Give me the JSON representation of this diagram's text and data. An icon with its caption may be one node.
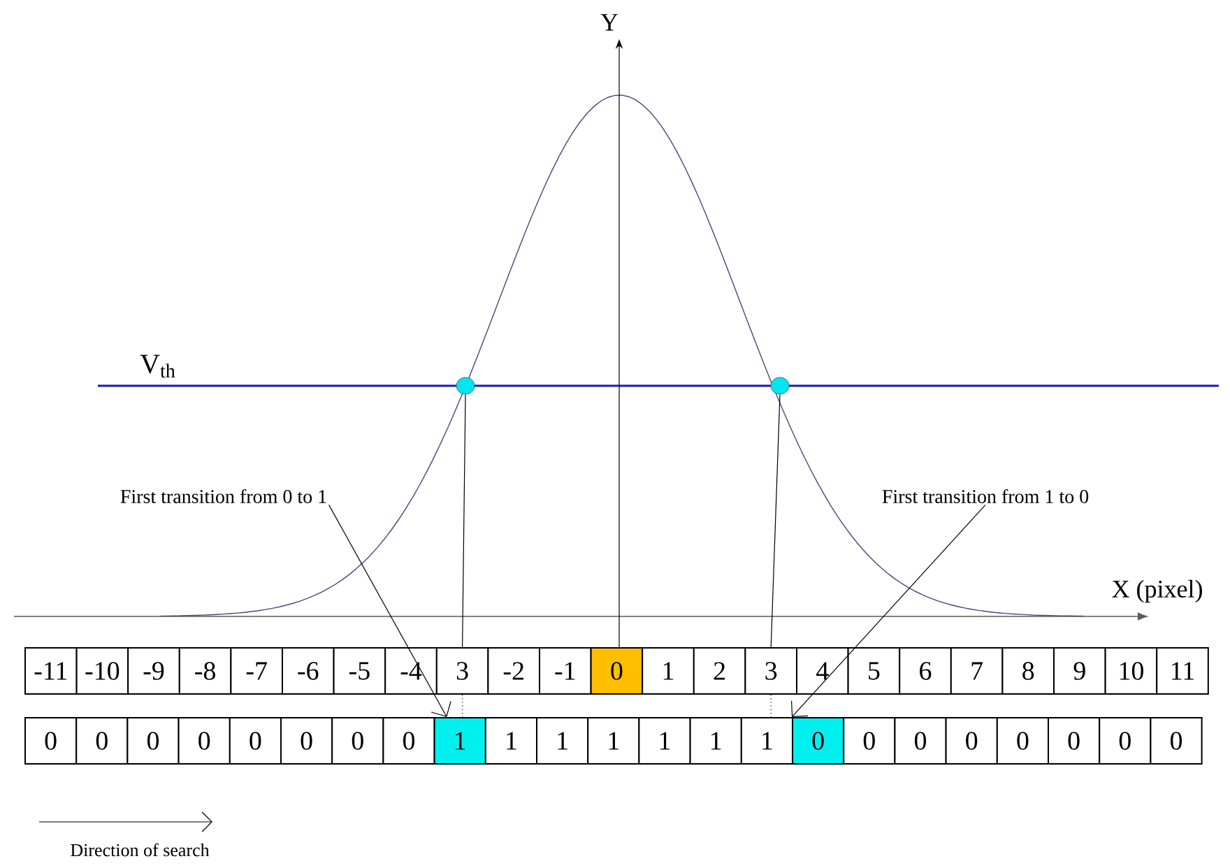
{
  "diagram": {
    "nodes": [
      {
        "text": [
          "-11"
        ]
      },
      {
        "text": [
          "-10"
        ]
      },
      {
        "text": [
          "-9"
        ]
      },
      {
        "text": [
          "-8"
        ]
      },
      {
        "text": [
          "-7"
        ]
      },
      {
        "text": [
          "-6"
        ]
      },
      {
        "text": [
          "-5"
        ]
      },
      {
        "text": [
          "-4"
        ]
      },
      {
        "text": [
          "3"
        ]
      },
      {
        "text": [
          "-2"
        ]
      },
      {
        "text": [
          "-1"
        ]
      },
      {
        "text": [
          "0"
        ]
      },
      {
        "text": [
          "1"
        ]
      },
      {
        "text": [
          "2"
        ]
      },
      {
        "text": [
          "3"
        ]
      },
      {
        "text": [
          "4"
        ]
      },
      {
        "text": [
          "5"
        ]
      },
      {
        "text": [
          "6"
        ]
      },
      {
        "text": [
          "7"
        ]
      },
      {
        "text": [
          "8"
        ]
      },
      {
        "text": [
          "9"
        ]
      },
      {
        "text": [
          "10"
        ]
      },
      {
        "text": [
          "11"
        ]
      },
      {
        "text": [
          "0"
        ]
      },
      {
        "text": [
          "0"
        ]
      },
      {
        "text": [
          "0"
        ]
      },
      {
        "text": [
          "0"
        ]
      },
      {
        "text": [
          "0"
        ]
      },
      {
        "text": [
          "0"
        ]
      },
      {
        "text": [
          "0"
        ]
      },
      {
        "text": [
          "0"
        ]
      },
      {
        "text": [
          "1"
        ]
      },
      {
        "text": [
          "1"
        ]
      },
      {
        "text": [
          "1"
        ]
      },
      {
        "text": [
          "1"
        ]
      },
      {
        "text": [
          "1"
        ]
      },
      {
        "text": [
          "1"
        ]
      },
      {
        "text": [
          "1"
        ]
      },
      {
        "text": [
          "0"
        ]
      },
      {
        "text": [
          "0"
        ]
      },
      {
        "text": [
          "0"
        ]
      },
      {
        "text": [
          "0"
        ]
      },
      {
        "text": [
          "0"
        ]
      },
      {
        "text": [
          "0"
        ]
      },
      {
        "text": [
          "0"
        ]
      },
      {
        "text": [
          "0"
        ]
      },
      {
        "text": [
          "First transition from 0 to 1"
        ]
      },
      {
        "text": [
          "First transition from 1 to 0"
        ]
      },
      {
        "text": [],
        "shape": "circle"
      },
      {
        "text": [],
        "shape": "circle"
      }
    ],
    "edges": [
      {
        "from": 46,
        "to": 31,
        "arrow": "to"
      },
      {
        "from": 47,
        "to": 38,
        "arrow": "to"
      },
      {
        "from": 48,
        "to": 8,
        "arrow": "none"
      },
      {
        "from": 49,
        "to": 14,
        "arrow": "none"
      },
      {
        "from": 8,
        "to": 31,
        "arrow": "none",
        "style": "dashed"
      },
      {
        "from": 14,
        "to": 37,
        "arrow": "none",
        "style": "dashed"
      }
    ],
    "labels": [
      "Y",
      "V$_{th}$",
      "X (pixel)",
      "Direction of search"
    ]
  }
}
